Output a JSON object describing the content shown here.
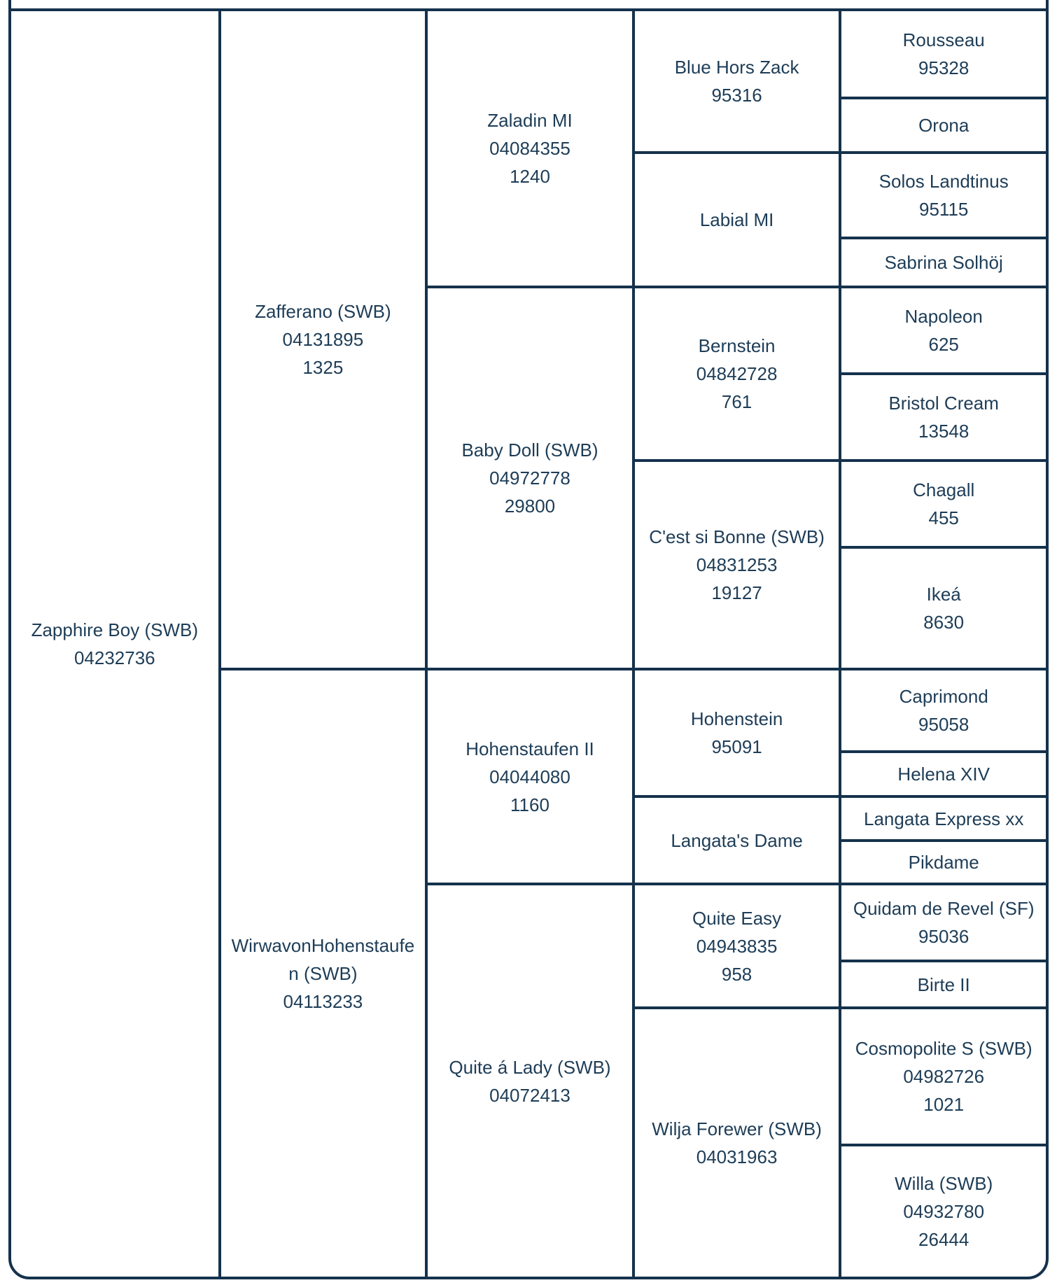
{
  "styles": {
    "line_color": "#15324c",
    "text_color": "#1e3d57",
    "background": "#ffffff"
  },
  "pedigree": {
    "cells": {
      "zapphire_boy": {
        "lines": [
          "Zapphire Boy (SWB)",
          "04232736"
        ]
      },
      "zafferano": {
        "lines": [
          "Zafferano (SWB)",
          "04131895",
          "1325"
        ]
      },
      "wirwavon": {
        "lines": [
          "WirwavonHohenstaufen (SWB)",
          "04113233"
        ]
      },
      "zaladin": {
        "lines": [
          "Zaladin MI",
          "04084355",
          "1240"
        ]
      },
      "baby_doll": {
        "lines": [
          "Baby Doll (SWB)",
          "04972778",
          "29800"
        ]
      },
      "hohenstaufen_ii": {
        "lines": [
          "Hohenstaufen II",
          "04044080",
          "1160"
        ]
      },
      "quite_a_lady": {
        "lines": [
          "Quite á Lady (SWB)",
          "04072413"
        ]
      },
      "blue_hors_zack": {
        "lines": [
          "Blue Hors Zack",
          "95316"
        ]
      },
      "labial_mi": {
        "lines": [
          "Labial MI"
        ]
      },
      "bernstein": {
        "lines": [
          "Bernstein",
          "04842728",
          "761"
        ]
      },
      "cest_si_bonne": {
        "lines": [
          "C'est si Bonne (SWB)",
          "04831253",
          "19127"
        ]
      },
      "hohenstein": {
        "lines": [
          "Hohenstein",
          "95091"
        ]
      },
      "langatas_dame": {
        "lines": [
          "Langata's Dame"
        ]
      },
      "quite_easy": {
        "lines": [
          "Quite Easy",
          "04943835",
          "958"
        ]
      },
      "wilja_forewer": {
        "lines": [
          "Wilja Forewer (SWB)",
          "04031963"
        ]
      },
      "rousseau": {
        "lines": [
          "Rousseau",
          "95328"
        ]
      },
      "orona": {
        "lines": [
          "Orona"
        ]
      },
      "solos_landtinus": {
        "lines": [
          "Solos Landtinus",
          "95115"
        ]
      },
      "sabrina_solhoj": {
        "lines": [
          "Sabrina Solhöj"
        ]
      },
      "napoleon": {
        "lines": [
          "Napoleon",
          "625"
        ]
      },
      "bristol_cream": {
        "lines": [
          "Bristol Cream",
          "13548"
        ]
      },
      "chagall": {
        "lines": [
          "Chagall",
          "455"
        ]
      },
      "ikea": {
        "lines": [
          "Ikeá",
          "8630"
        ]
      },
      "caprimond": {
        "lines": [
          "Caprimond",
          "95058"
        ]
      },
      "helena_xiv": {
        "lines": [
          "Helena XIV"
        ]
      },
      "langata_express": {
        "lines": [
          "Langata Express xx"
        ]
      },
      "pikdame": {
        "lines": [
          "Pikdame"
        ]
      },
      "quidam_de_revel": {
        "lines": [
          "Quidam de Revel (SF)",
          "95036"
        ]
      },
      "birte_ii": {
        "lines": [
          "Birte II"
        ]
      },
      "cosmopolite_s": {
        "lines": [
          "Cosmopolite S (SWB)",
          "04982726",
          "1021"
        ]
      },
      "willa": {
        "lines": [
          "Willa (SWB)",
          "04932780",
          "26444"
        ]
      }
    }
  }
}
